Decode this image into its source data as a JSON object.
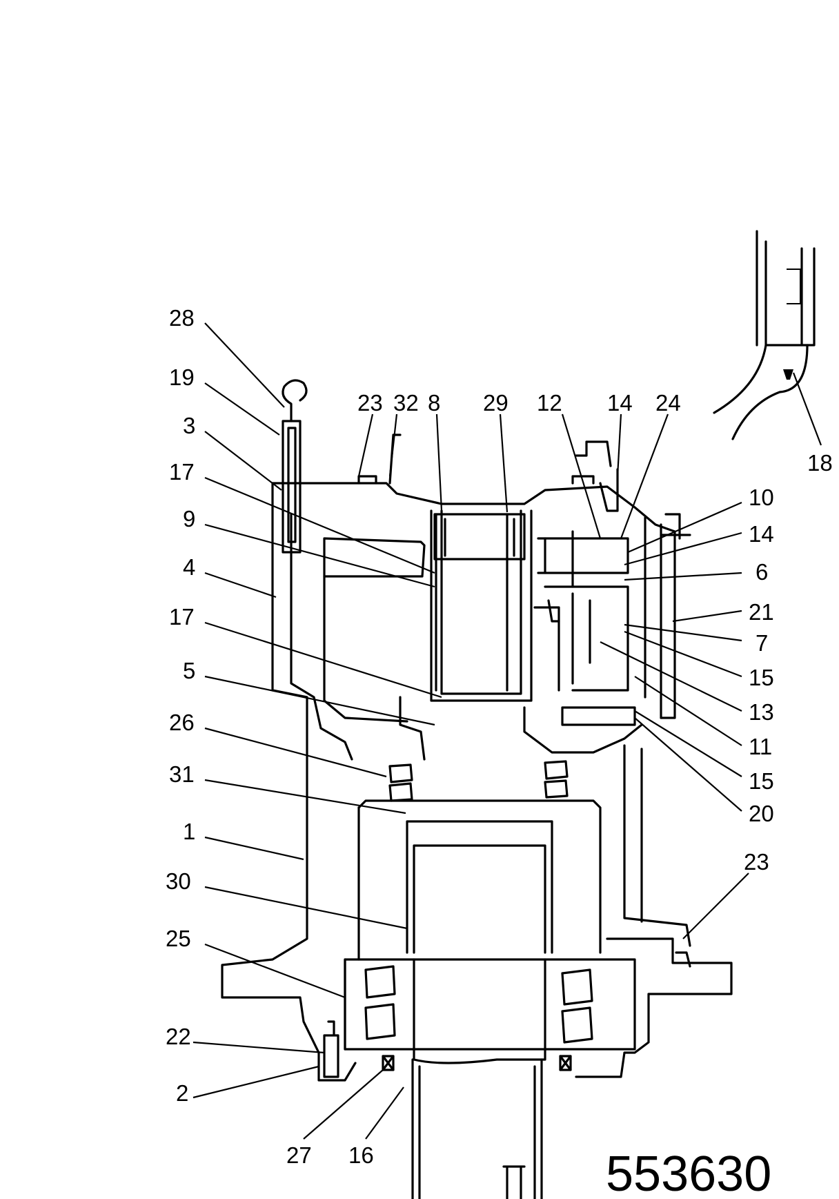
{
  "callouts": [
    "28",
    "19",
    "3",
    "17",
    "9",
    "4",
    "17",
    "5",
    "26",
    "31",
    "1",
    "30",
    "25",
    "22",
    "2",
    "27",
    "16",
    "23",
    "32",
    "8",
    "29",
    "12",
    "14",
    "24",
    "18",
    "10",
    "14",
    "6",
    "21",
    "7",
    "15",
    "13",
    "11",
    "15",
    "20",
    "23"
  ],
  "drawing_number": "553630"
}
